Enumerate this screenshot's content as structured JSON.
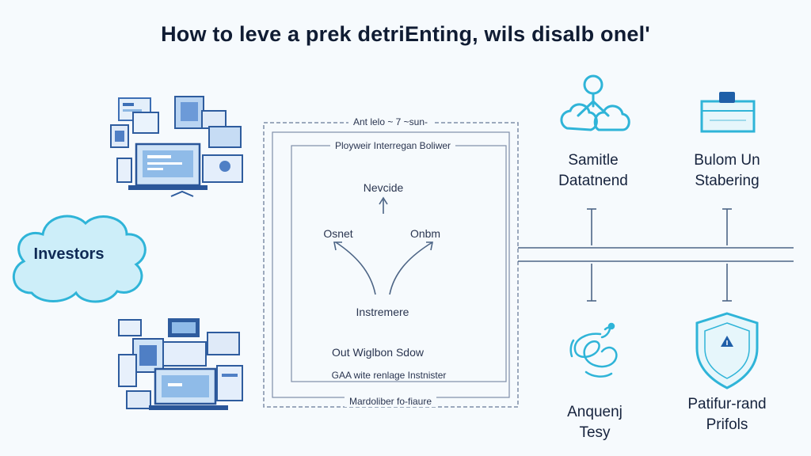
{
  "title": "How to leve a prek detriEnting, wils disalb onel'",
  "left": {
    "cloud_label": "Investors"
  },
  "center": {
    "outer_top_label": "Ant lelo ~ 7 ~sun-",
    "inner_top_label": "Ployweir Interregan Boliwer",
    "node_top": "Nevcide",
    "node_left": "Osnet",
    "node_right": "Onbm",
    "node_center": "Instremere",
    "node_bottom": "Out Wiglbon Sdow",
    "inner_bottom_label": "GAA wite renlage Instnister",
    "outer_bottom_label": "Mardoliber fo-fiaure"
  },
  "right": {
    "item1": {
      "line1": "Samitle",
      "line2": "Datatnend",
      "icon": "network-hierarchy-icon"
    },
    "item2": {
      "line1": "Bulom Un",
      "line2": "Stabering",
      "icon": "card-reader-icon"
    },
    "item3": {
      "line1": "Anquenj",
      "line2": "Tesy",
      "icon": "wave-spiral-icon"
    },
    "item4": {
      "line1": "Patifur-rand",
      "line2": "Prifols",
      "icon": "shield-icon"
    }
  },
  "colors": {
    "accent": "#2fb4d8",
    "cloud_fill": "#cdeef9",
    "line": "#4d6586",
    "frame": "#7f8ea8"
  }
}
